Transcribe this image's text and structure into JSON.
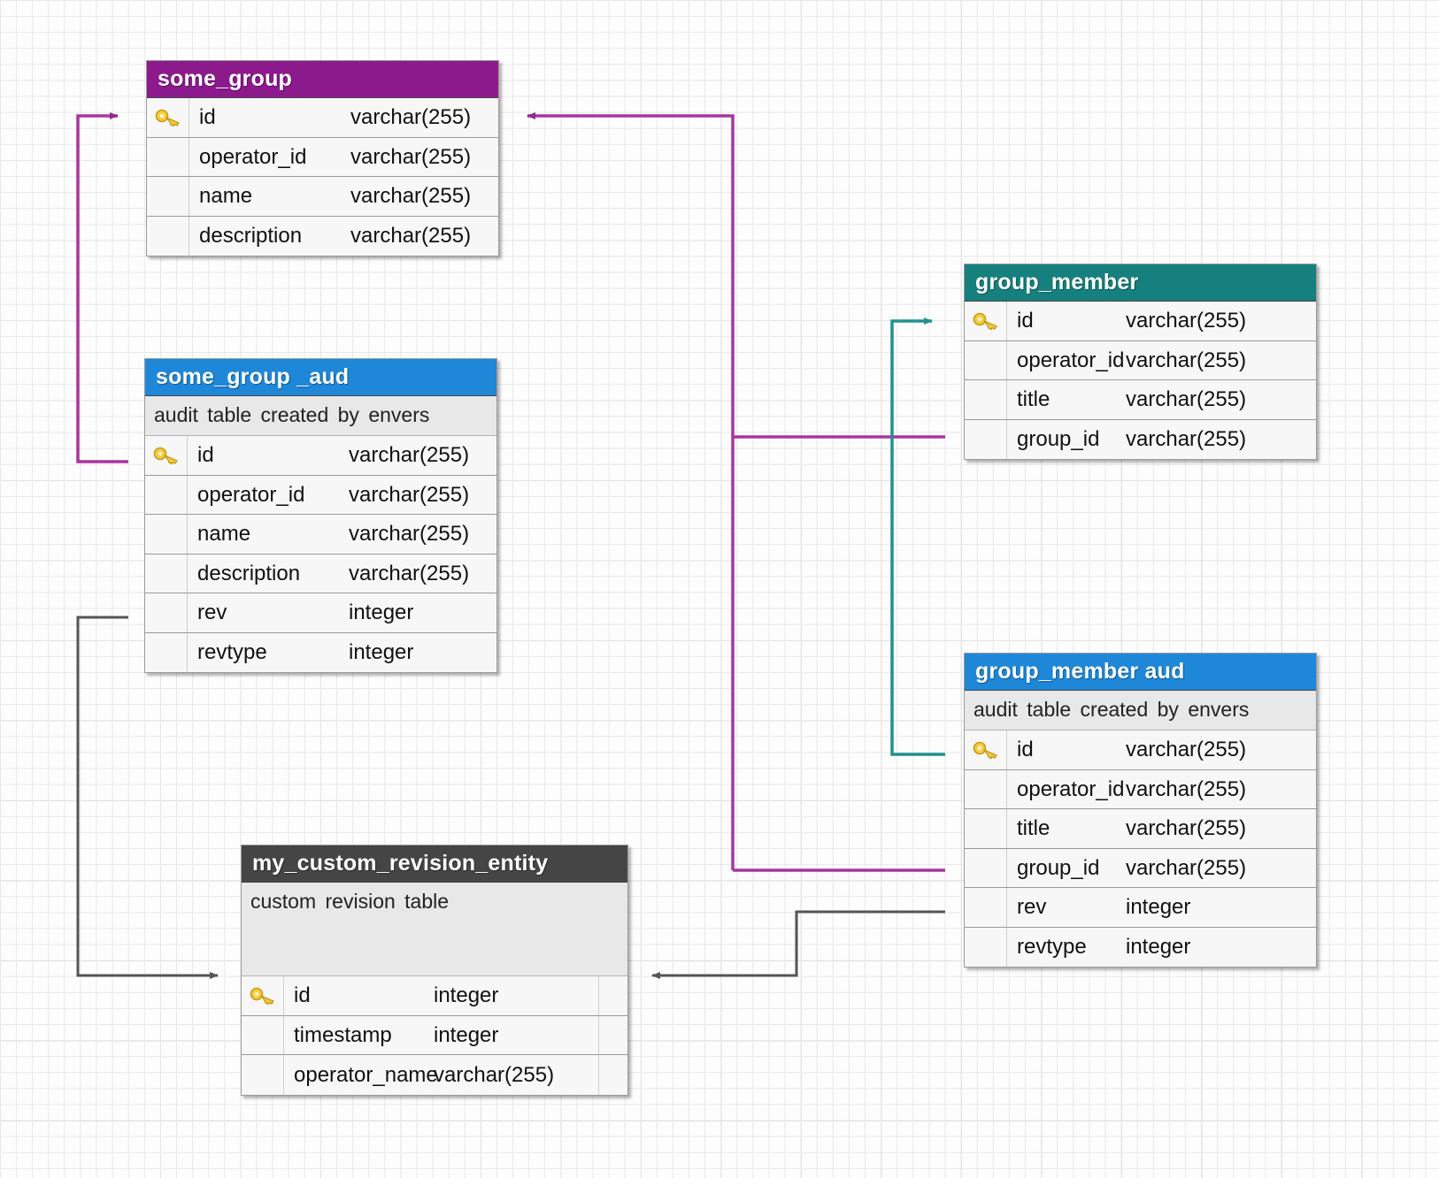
{
  "diagram": {
    "kind": "entity-relationship-diagram",
    "background": "graph-paper-grid",
    "colors": {
      "purple_header": "#8c1a8c",
      "teal_header": "#16807e",
      "blue_header": "#1f87d8",
      "dark_header": "#454545",
      "purple_edge": "#a8359f",
      "teal_edge": "#23918d",
      "black_edge": "#555555",
      "row_background": "#f7f7f7",
      "note_background": "#e8e8e8"
    }
  },
  "tables": [
    {
      "id": "some_group",
      "title": "some_group",
      "header_color": "#8c1a8c",
      "note": null,
      "columns": [
        {
          "pk": true,
          "name": "id",
          "type": "varchar(255)"
        },
        {
          "pk": false,
          "name": "operator_id",
          "type": "varchar(255)"
        },
        {
          "pk": false,
          "name": "name",
          "type": "varchar(255)"
        },
        {
          "pk": false,
          "name": "description",
          "type": "varchar(255)"
        }
      ]
    },
    {
      "id": "some_group_aud",
      "title": "some_group _aud",
      "header_color": "#1f87d8",
      "note": "audit table created by envers",
      "columns": [
        {
          "pk": true,
          "name": "id",
          "type": "varchar(255)"
        },
        {
          "pk": false,
          "name": "operator_id",
          "type": "varchar(255)"
        },
        {
          "pk": false,
          "name": "name",
          "type": "varchar(255)"
        },
        {
          "pk": false,
          "name": "description",
          "type": "varchar(255)"
        },
        {
          "pk": false,
          "name": "rev",
          "type": "integer"
        },
        {
          "pk": false,
          "name": "revtype",
          "type": "integer"
        }
      ]
    },
    {
      "id": "group_member",
      "title": "group_member",
      "header_color": "#16807e",
      "note": null,
      "columns": [
        {
          "pk": true,
          "name": "id",
          "type": "varchar(255)"
        },
        {
          "pk": false,
          "name": "operator_id",
          "type": "varchar(255)"
        },
        {
          "pk": false,
          "name": "title",
          "type": "varchar(255)"
        },
        {
          "pk": false,
          "name": "group_id",
          "type": "varchar(255)"
        }
      ]
    },
    {
      "id": "group_member_aud",
      "title": "group_member aud",
      "header_color": "#1f87d8",
      "note": "audit table created by envers",
      "columns": [
        {
          "pk": true,
          "name": "id",
          "type": "varchar(255)"
        },
        {
          "pk": false,
          "name": "operator_id",
          "type": "varchar(255)"
        },
        {
          "pk": false,
          "name": "title",
          "type": "varchar(255)"
        },
        {
          "pk": false,
          "name": "group_id",
          "type": "varchar(255)"
        },
        {
          "pk": false,
          "name": "rev",
          "type": "integer"
        },
        {
          "pk": false,
          "name": "revtype",
          "type": "integer"
        }
      ]
    },
    {
      "id": "my_custom_revision_entity",
      "title": "my_custom_revision_entity",
      "header_color": "#454545",
      "note": "custom revision table",
      "columns": [
        {
          "pk": true,
          "name": "id",
          "type": "integer"
        },
        {
          "pk": false,
          "name": "timestamp",
          "type": "integer"
        },
        {
          "pk": false,
          "name": "operator_name",
          "type": "varchar(255)"
        }
      ]
    }
  ],
  "relationships": [
    {
      "from": "some_group_aud.id",
      "to": "some_group.id",
      "color": "#a8359f"
    },
    {
      "from": "group_member_aud.group_id",
      "to": "some_group.id",
      "color": "#a8359f"
    },
    {
      "from": "group_member_aud.id",
      "to": "group_member.id",
      "color": "#23918d"
    },
    {
      "from": "some_group_aud.rev",
      "to": "my_custom_revision_entity.id",
      "color": "#555555"
    },
    {
      "from": "group_member_aud.rev",
      "to": "my_custom_revision_entity.id",
      "color": "#555555"
    }
  ]
}
